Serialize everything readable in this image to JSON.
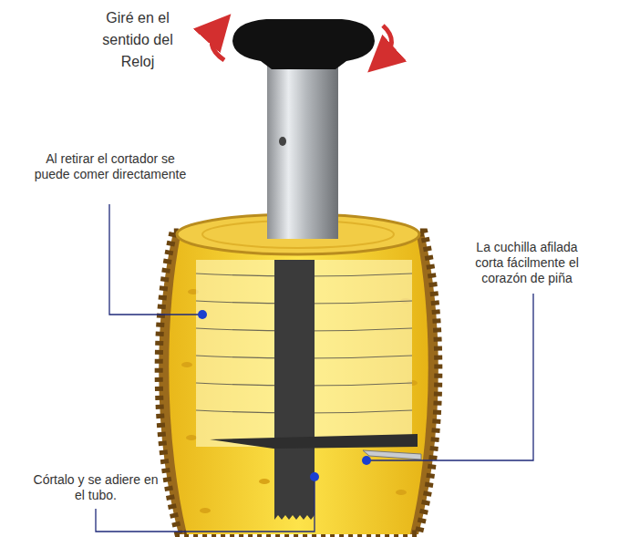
{
  "diagram": {
    "labels": [
      "Giré en el sentido del Reloj",
      "Al retirar el cortador se puede comer directamente",
      "La cuchilla afilada corta fácilmente el corazón de piña",
      "Córtalo y se adiere en el tubo."
    ]
  }
}
